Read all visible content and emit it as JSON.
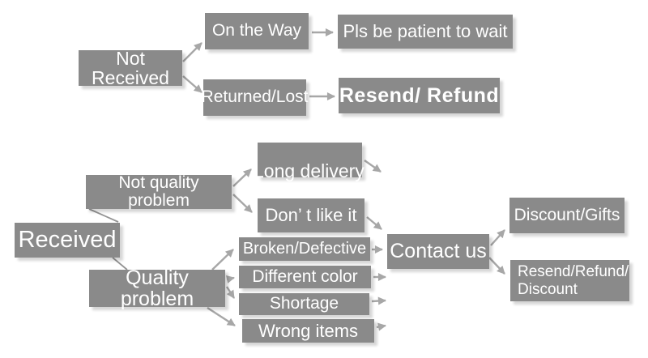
{
  "diagram": {
    "nodes": {
      "not_received": {
        "label": "Not Received"
      },
      "on_the_way": {
        "label": "On the Way"
      },
      "pls_be_patient": {
        "label": "Pls be patient to wait"
      },
      "returned_lost": {
        "label": "Returned/Lost"
      },
      "resend_refund": {
        "label": "Resend/ Refund"
      },
      "received": {
        "label": "Received"
      },
      "not_quality_problem": {
        "label": "Not quality problem"
      },
      "long_delivery": {
        "label": "Long delivery"
      },
      "dont_like_it": {
        "label": "Don’ t like it"
      },
      "quality_problem": {
        "label": "Quality problem"
      },
      "broken_defective": {
        "label": "Broken/Defective"
      },
      "different_color": {
        "label": "Different color"
      },
      "shortage": {
        "label": "Shortage"
      },
      "wrong_items": {
        "label": "Wrong items"
      },
      "contact_us": {
        "label": "Contact us"
      },
      "discount_gifts": {
        "label": "Discount/Gifts"
      },
      "resend_refund_discount": {
        "label": "Resend/Refund/\nDiscount"
      }
    },
    "edges": [
      {
        "from": "not_received",
        "to": "on_the_way"
      },
      {
        "from": "not_received",
        "to": "returned_lost"
      },
      {
        "from": "on_the_way",
        "to": "pls_be_patient"
      },
      {
        "from": "returned_lost",
        "to": "resend_refund"
      },
      {
        "from": "received",
        "to": "not_quality_problem"
      },
      {
        "from": "received",
        "to": "quality_problem"
      },
      {
        "from": "not_quality_problem",
        "to": "long_delivery"
      },
      {
        "from": "not_quality_problem",
        "to": "dont_like_it"
      },
      {
        "from": "long_delivery",
        "to": "contact_us"
      },
      {
        "from": "dont_like_it",
        "to": "contact_us"
      },
      {
        "from": "quality_problem",
        "to": "broken_defective"
      },
      {
        "from": "quality_problem",
        "to": "different_color"
      },
      {
        "from": "quality_problem",
        "to": "shortage"
      },
      {
        "from": "quality_problem",
        "to": "wrong_items"
      },
      {
        "from": "broken_defective",
        "to": "contact_us"
      },
      {
        "from": "different_color",
        "to": "contact_us"
      },
      {
        "from": "shortage",
        "to": "contact_us"
      },
      {
        "from": "wrong_items",
        "to": "contact_us"
      },
      {
        "from": "contact_us",
        "to": "discount_gifts"
      },
      {
        "from": "contact_us",
        "to": "resend_refund_discount"
      }
    ],
    "colors": {
      "node_fill": "#8a8a8a",
      "node_text": "#ffffff",
      "arrow": "#a7a7a7",
      "background": "#ffffff"
    }
  }
}
